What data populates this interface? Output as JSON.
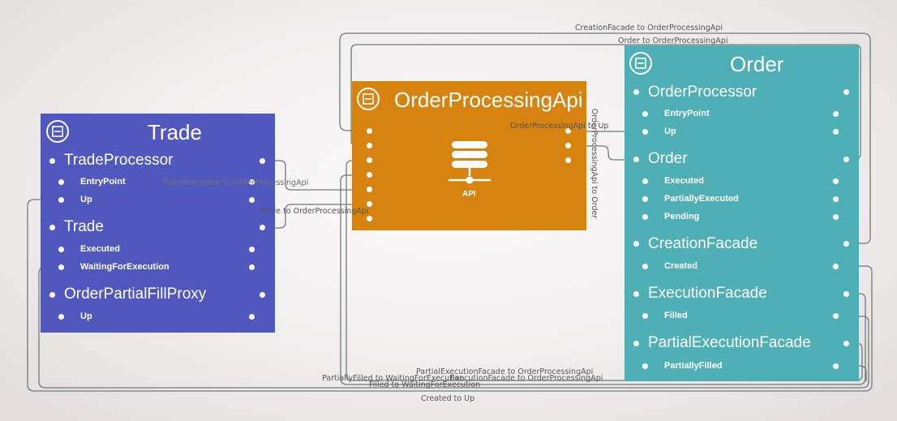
{
  "nodes": {
    "trade": {
      "title": "Trade",
      "color": "#5058be",
      "rows": {
        "trade_processor": "TradeProcessor",
        "entry_point": "EntryPoint",
        "up": "Up",
        "trade": "Trade",
        "executed": "Executed",
        "waiting_for_execution": "WaitingForExecution",
        "order_partial_fill_proxy": "OrderPartialFillProxy",
        "up2": "Up"
      }
    },
    "api": {
      "title": "OrderProcessingApi",
      "color": "#d6840f",
      "icon": "server-stack-icon",
      "icon_label": "API"
    },
    "order": {
      "title": "Order",
      "color": "#4eafb5",
      "rows": {
        "order_processor": "OrderProcessor",
        "entry_point": "EntryPoint",
        "up": "Up",
        "order": "Order",
        "executed": "Executed",
        "partially_executed": "PartiallyExecuted",
        "pending": "Pending",
        "creation_facade": "CreationFacade",
        "created": "Created",
        "execution_facade": "ExecutionFacade",
        "filled": "Filled",
        "partial_execution_facade": "PartialExecutionFacade",
        "partially_filled": "PartiallyFilled"
      }
    }
  },
  "wires": {
    "creation_facade_to_api": "CreationFacade to OrderProcessingApi",
    "order_to_api": "Order to OrderProcessingApi",
    "api_to_up": "OrderProcessingApi to Up",
    "api_to_order": "OrderProcessingApi to Order",
    "trade_processor_to_api": "TradeProcessor to OrderProcessingApi",
    "trade_to_api": "Trade to OrderProcessingApi",
    "partial_execution_facade_to_api": "PartialExecutionFacade to OrderProcessingApi",
    "partially_filled_to_waiting": "PartiallyFilled to WaitingForExecution",
    "execution_facade_to_api": "ExecutionFacade to OrderProcessingApi",
    "filled_to_waiting": "Filled to WaitingForExecution",
    "created_to_up": "Created to Up"
  },
  "colors": {
    "wire": "#707a7a",
    "arrow": "#111111"
  }
}
